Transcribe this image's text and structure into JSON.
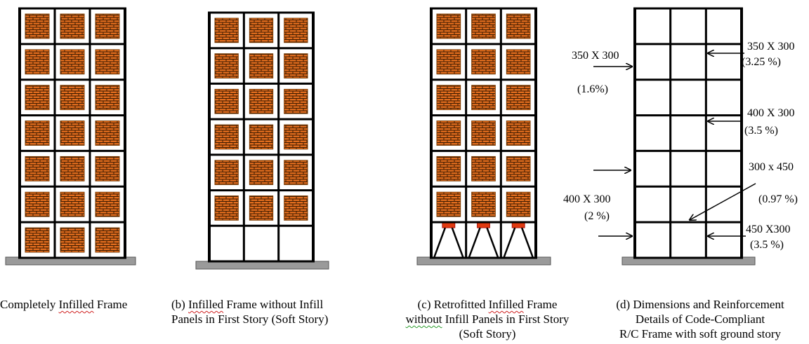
{
  "colors": {
    "frame": "#000000",
    "brick": "#e06c1e",
    "mortar": "#3a1a00",
    "base": "#9a9a9a",
    "retrofit_block": "#e03a10"
  },
  "frames": {
    "a": {
      "caption_parts": [
        "Completely ",
        "Infilled",
        " Frame"
      ]
    },
    "b": {
      "caption_line1_parts": [
        "(b) ",
        "Infilled",
        " Frame without Infill"
      ],
      "caption_line2": "Panels in First Story (Soft Story)"
    },
    "c": {
      "caption_line1_parts": [
        "(c) Retrofitted ",
        "Infilled",
        " Frame"
      ],
      "caption_line2_parts": [
        "without",
        " Infill Panels in First Story"
      ],
      "caption_line3": "(Soft Story)"
    },
    "d": {
      "caption_line1": "(d) Dimensions and Reinforcement",
      "caption_line2": "Details of Code-Compliant",
      "caption_line3": "R/C Frame with soft ground story"
    }
  },
  "annotations": {
    "col_upper": "350 X 300",
    "col_upper_pct": "(1.6%)",
    "beam_upper": "350 X 300",
    "beam_upper_pct": "(3.25 %)",
    "beam_mid": "400 X 300",
    "beam_mid_pct": "(3.5 %)",
    "slab": "300 x 450",
    "slab_pct": "(0.97 %)",
    "col_lower": "400 X 300",
    "col_lower_pct": "(2 %)",
    "beam_lower": "450 X300",
    "beam_lower_pct": "(3.5 %)"
  }
}
